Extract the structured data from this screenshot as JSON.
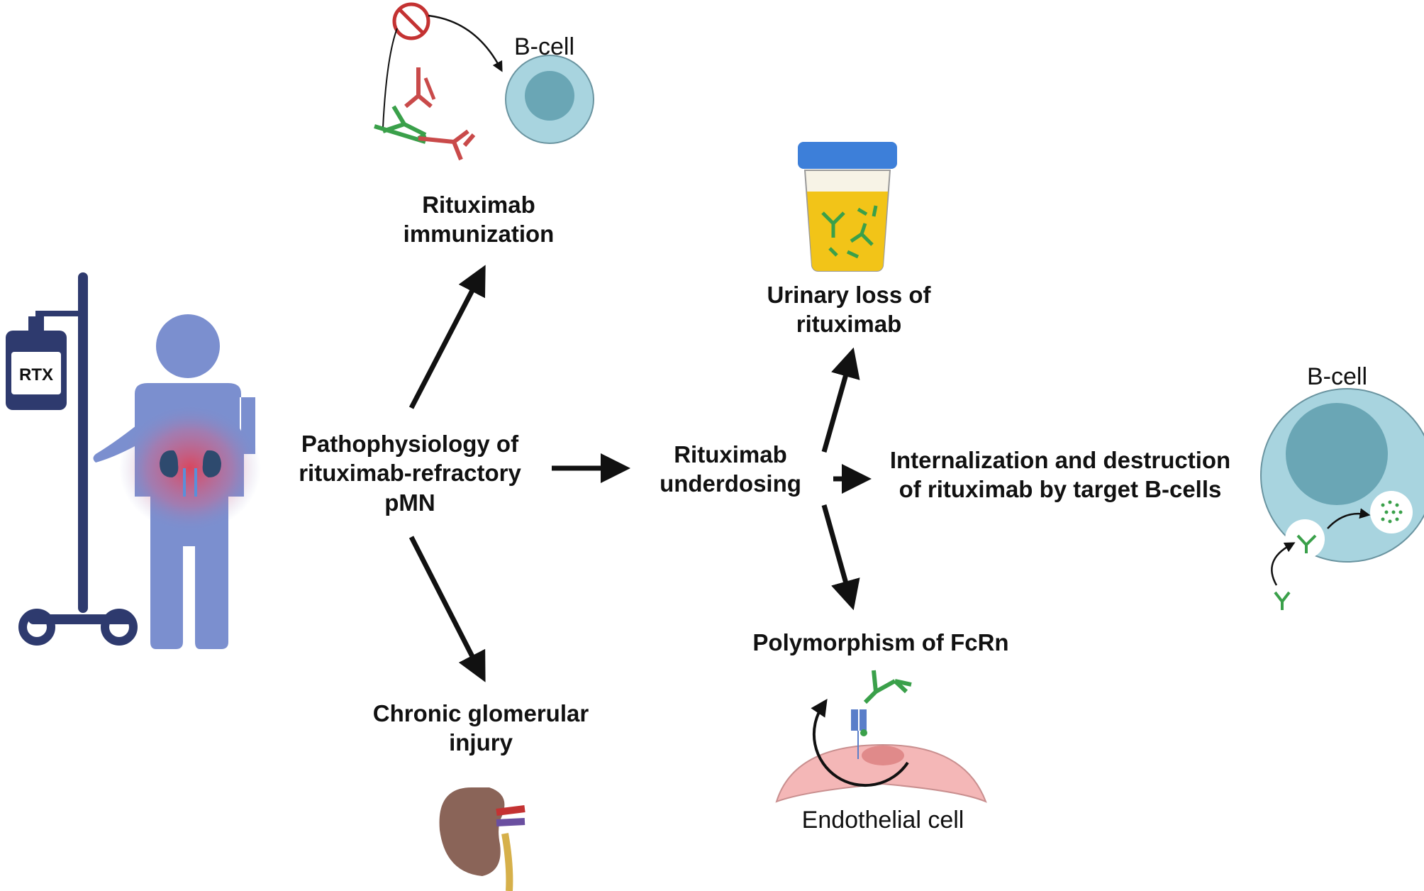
{
  "iv_bag_label": "RTX",
  "labels": {
    "main": [
      "Pathophysiology of",
      "rituximab-refractory",
      "pMN"
    ],
    "immunization": [
      "Rituximab",
      "immunization"
    ],
    "bcell_top": "B-cell",
    "chronic": [
      "Chronic glomerular",
      "injury"
    ],
    "underdosing": [
      "Rituximab",
      "underdosing"
    ],
    "urinary": [
      "Urinary loss of",
      "rituximab"
    ],
    "internalization": [
      "Internalization and destruction",
      "of rituximab by target B-cells"
    ],
    "bcell_right": "B-cell",
    "fcrn": "Polymorphism of FcRn",
    "endothelial": "Endothelial cell"
  },
  "colors": {
    "person": "#7b8fcf",
    "iv_pole": "#2e3a6e",
    "antibody_green": "#3aa04a",
    "antibody_red": "#c94a4a",
    "bcell": "#a8d4df",
    "nucleus": "#6aa6b5",
    "urine": "#f2c418",
    "cup_lid": "#3d7fd9",
    "kidney": "#8a6458",
    "endothelial": "#f4b7b7",
    "arrow": "#111111"
  }
}
